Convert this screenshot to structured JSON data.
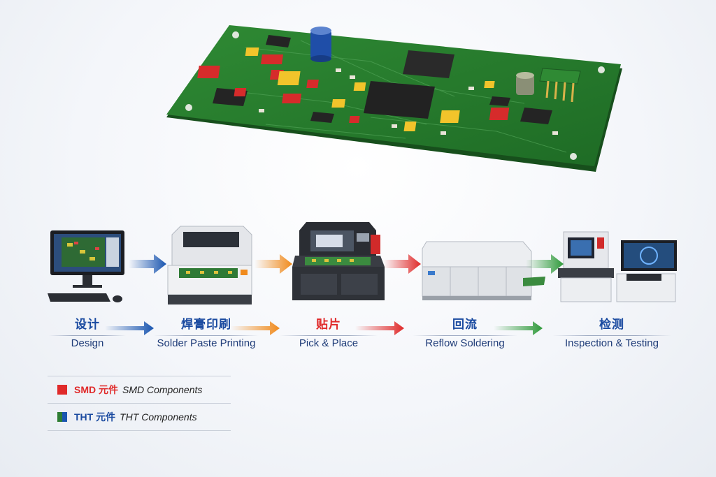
{
  "steps": [
    {
      "cn": "设计",
      "en": "Design",
      "color": "#1a56b0"
    },
    {
      "cn": "焊膏印刷",
      "en": "Solder Paste Printing",
      "color": "#f08a1c"
    },
    {
      "cn": "贴片",
      "en": "Pick & Place",
      "color": "#e02a2a"
    },
    {
      "cn": "回流",
      "en": "Reflow Soldering",
      "color": "#2f9a3a"
    },
    {
      "cn": "检测",
      "en": "Inspection & Testing",
      "color": "#1a56b0"
    }
  ],
  "legend": [
    {
      "cn": "SMD 元件",
      "en": "SMD Components",
      "color": "#e02a2a",
      "cn_color": "#e02a2a"
    },
    {
      "cn": "THT 元件",
      "en": "THT Components",
      "color": "#2e7d32",
      "cn_color": "#1a4aa0"
    }
  ],
  "icons": [
    "computer-monitor-icon",
    "stencil-printer-icon",
    "pick-and-place-machine-icon",
    "reflow-oven-icon",
    "inspection-station-icon",
    "pcb-board-icon"
  ]
}
